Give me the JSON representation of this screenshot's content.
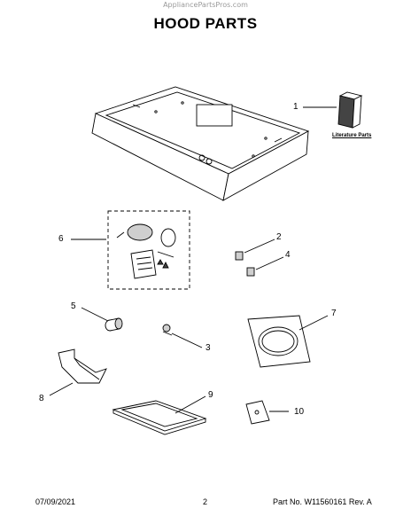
{
  "watermark": "AppliancePartsPros.com",
  "title": "HOOD PARTS",
  "literature_label": "Literature Parts",
  "callouts": [
    {
      "label": "1"
    },
    {
      "label": "2"
    },
    {
      "label": "4"
    },
    {
      "label": "6"
    },
    {
      "label": "5"
    },
    {
      "label": "7"
    },
    {
      "label": "3"
    },
    {
      "label": "8"
    },
    {
      "label": "9"
    },
    {
      "label": "10"
    }
  ],
  "footer": {
    "date": "07/09/2021",
    "page": "2",
    "part_no": "Part No. W11560161  Rev. A"
  }
}
